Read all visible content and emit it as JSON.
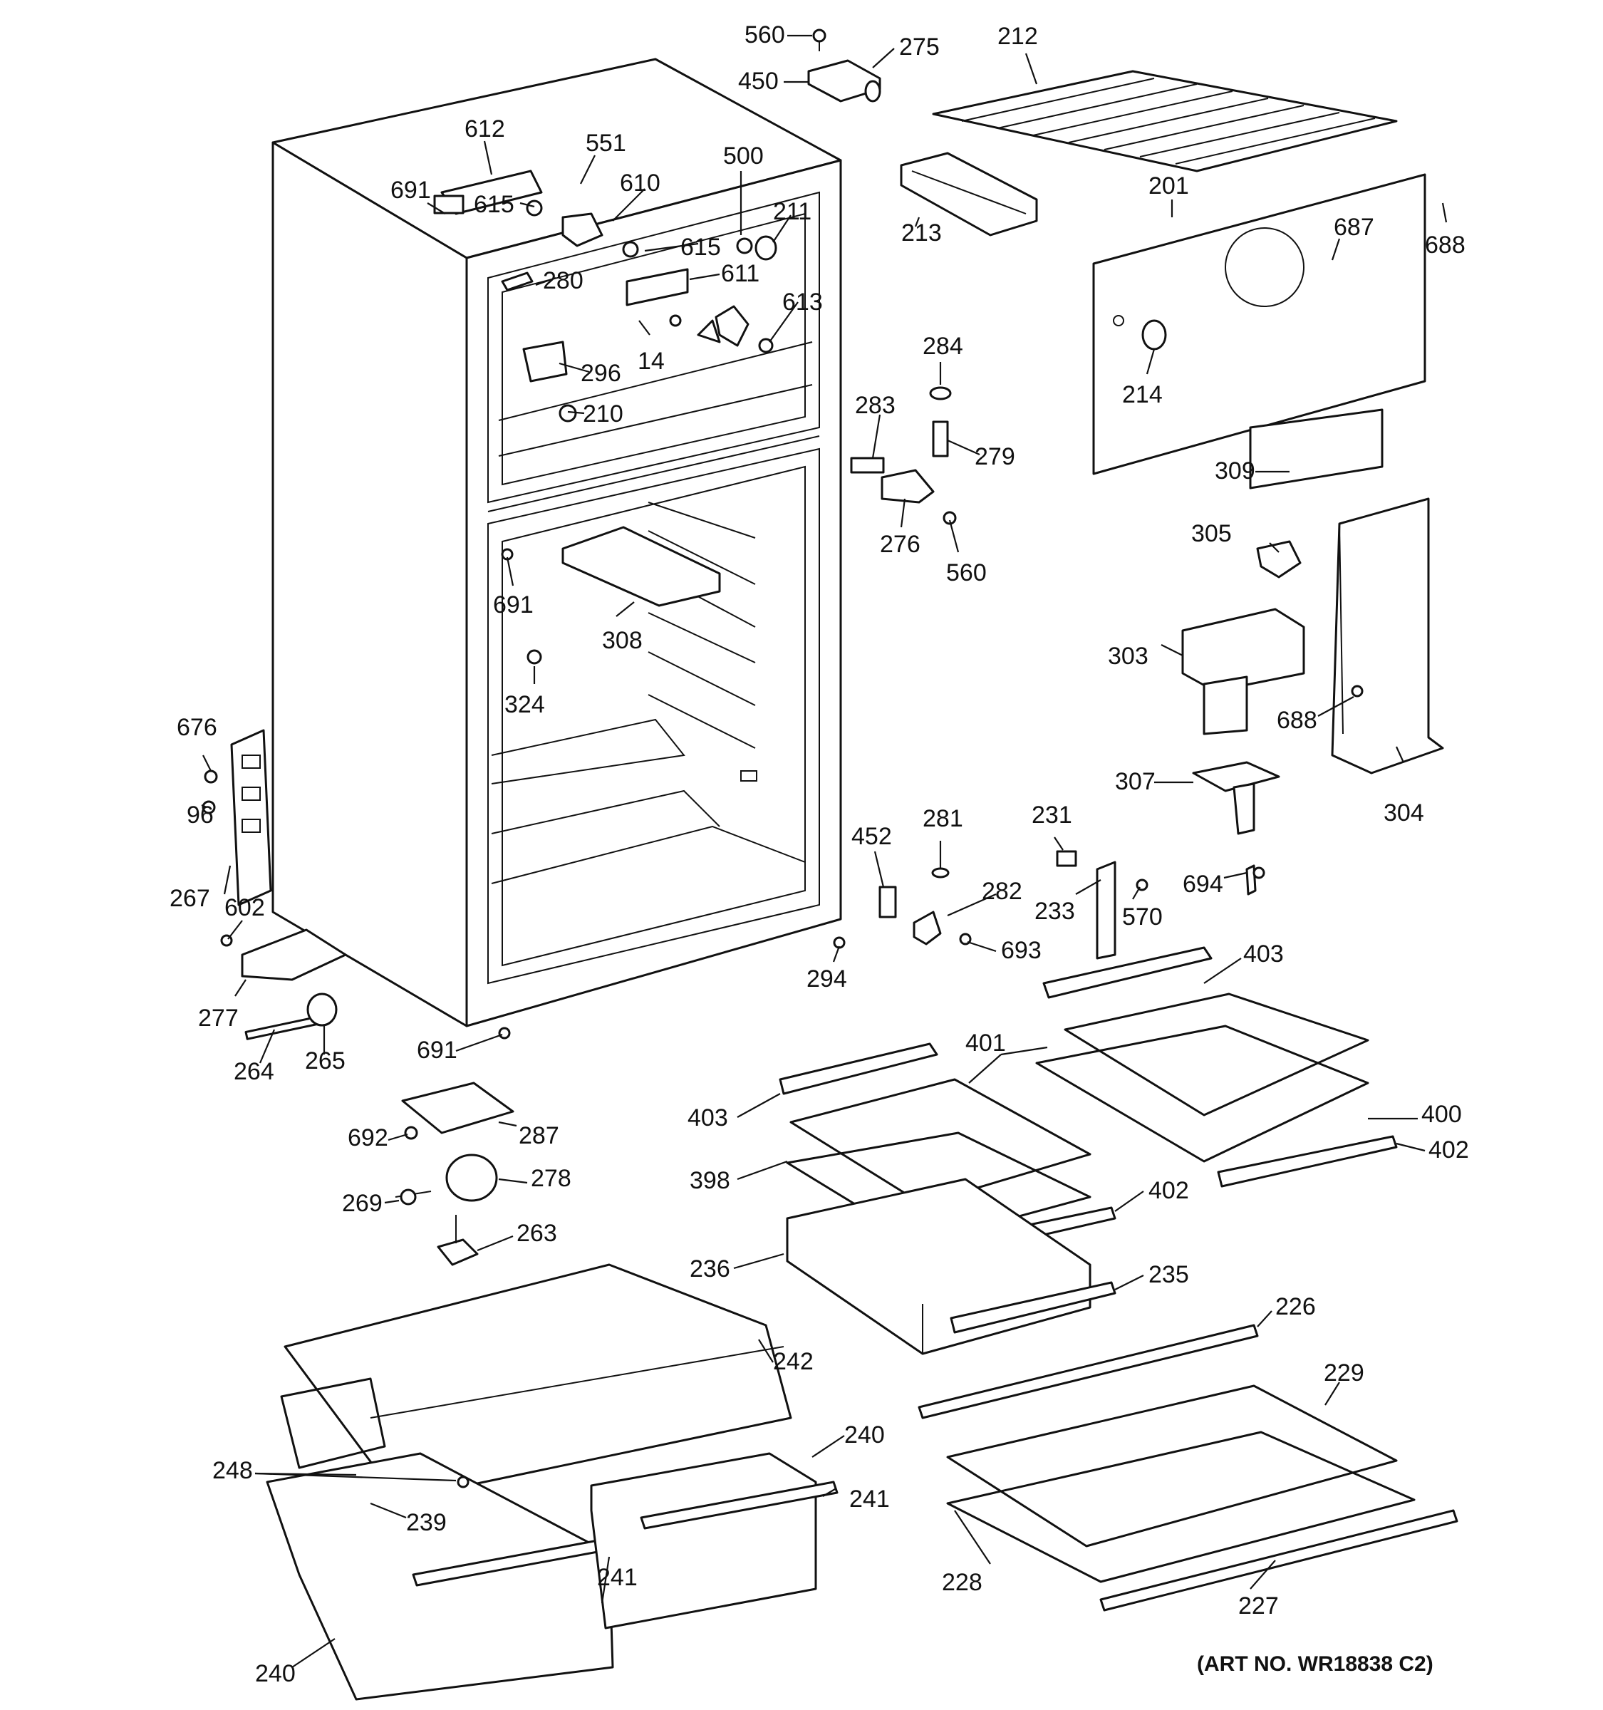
{
  "art_number": "(ART NO. WR18838 C2)",
  "labels": [
    {
      "id": "l560a",
      "text": "560"
    },
    {
      "id": "l275",
      "text": "275"
    },
    {
      "id": "l212",
      "text": "212"
    },
    {
      "id": "l450",
      "text": "450"
    },
    {
      "id": "l612",
      "text": "612"
    },
    {
      "id": "l551",
      "text": "551"
    },
    {
      "id": "l500",
      "text": "500"
    },
    {
      "id": "l691a",
      "text": "691"
    },
    {
      "id": "l610",
      "text": "610"
    },
    {
      "id": "l615a",
      "text": "615"
    },
    {
      "id": "l211",
      "text": "211"
    },
    {
      "id": "l615b",
      "text": "615"
    },
    {
      "id": "l280",
      "text": "280"
    },
    {
      "id": "l611",
      "text": "611"
    },
    {
      "id": "l613",
      "text": "613"
    },
    {
      "id": "l213",
      "text": "213"
    },
    {
      "id": "l201",
      "text": "201"
    },
    {
      "id": "l687",
      "text": "687"
    },
    {
      "id": "l688a",
      "text": "688"
    },
    {
      "id": "l14",
      "text": "14"
    },
    {
      "id": "l296",
      "text": "296"
    },
    {
      "id": "l284",
      "text": "284"
    },
    {
      "id": "l214",
      "text": "214"
    },
    {
      "id": "l210",
      "text": "210"
    },
    {
      "id": "l283",
      "text": "283"
    },
    {
      "id": "l279",
      "text": "279"
    },
    {
      "id": "l309",
      "text": "309"
    },
    {
      "id": "l305",
      "text": "305"
    },
    {
      "id": "l276",
      "text": "276"
    },
    {
      "id": "l560b",
      "text": "560"
    },
    {
      "id": "l691b",
      "text": "691"
    },
    {
      "id": "l308",
      "text": "308"
    },
    {
      "id": "l303",
      "text": "303"
    },
    {
      "id": "l324",
      "text": "324"
    },
    {
      "id": "l688b",
      "text": "688"
    },
    {
      "id": "l676",
      "text": "676"
    },
    {
      "id": "l307",
      "text": "307"
    },
    {
      "id": "l304",
      "text": "304"
    },
    {
      "id": "l96",
      "text": "96"
    },
    {
      "id": "l452",
      "text": "452"
    },
    {
      "id": "l281",
      "text": "281"
    },
    {
      "id": "l231",
      "text": "231"
    },
    {
      "id": "l694",
      "text": "694"
    },
    {
      "id": "l267",
      "text": "267"
    },
    {
      "id": "l602",
      "text": "602"
    },
    {
      "id": "l282",
      "text": "282"
    },
    {
      "id": "l233",
      "text": "233"
    },
    {
      "id": "l570",
      "text": "570"
    },
    {
      "id": "l693",
      "text": "693"
    },
    {
      "id": "l294",
      "text": "294"
    },
    {
      "id": "l403a",
      "text": "403"
    },
    {
      "id": "l277",
      "text": "277"
    },
    {
      "id": "l691c",
      "text": "691"
    },
    {
      "id": "l264",
      "text": "264"
    },
    {
      "id": "l265",
      "text": "265"
    },
    {
      "id": "l401",
      "text": "401"
    },
    {
      "id": "l403b",
      "text": "403"
    },
    {
      "id": "l400",
      "text": "400"
    },
    {
      "id": "l692",
      "text": "692"
    },
    {
      "id": "l287",
      "text": "287"
    },
    {
      "id": "l402a",
      "text": "402"
    },
    {
      "id": "l398",
      "text": "398"
    },
    {
      "id": "l278",
      "text": "278"
    },
    {
      "id": "l269",
      "text": "269"
    },
    {
      "id": "l402b",
      "text": "402"
    },
    {
      "id": "l263",
      "text": "263"
    },
    {
      "id": "l236",
      "text": "236"
    },
    {
      "id": "l235",
      "text": "235"
    },
    {
      "id": "l226",
      "text": "226"
    },
    {
      "id": "l242",
      "text": "242"
    },
    {
      "id": "l229",
      "text": "229"
    },
    {
      "id": "l240a",
      "text": "240"
    },
    {
      "id": "l248",
      "text": "248"
    },
    {
      "id": "l241a",
      "text": "241"
    },
    {
      "id": "l239",
      "text": "239"
    },
    {
      "id": "l241b",
      "text": "241"
    },
    {
      "id": "l228",
      "text": "228"
    },
    {
      "id": "l227",
      "text": "227"
    },
    {
      "id": "l240b",
      "text": "240"
    }
  ]
}
